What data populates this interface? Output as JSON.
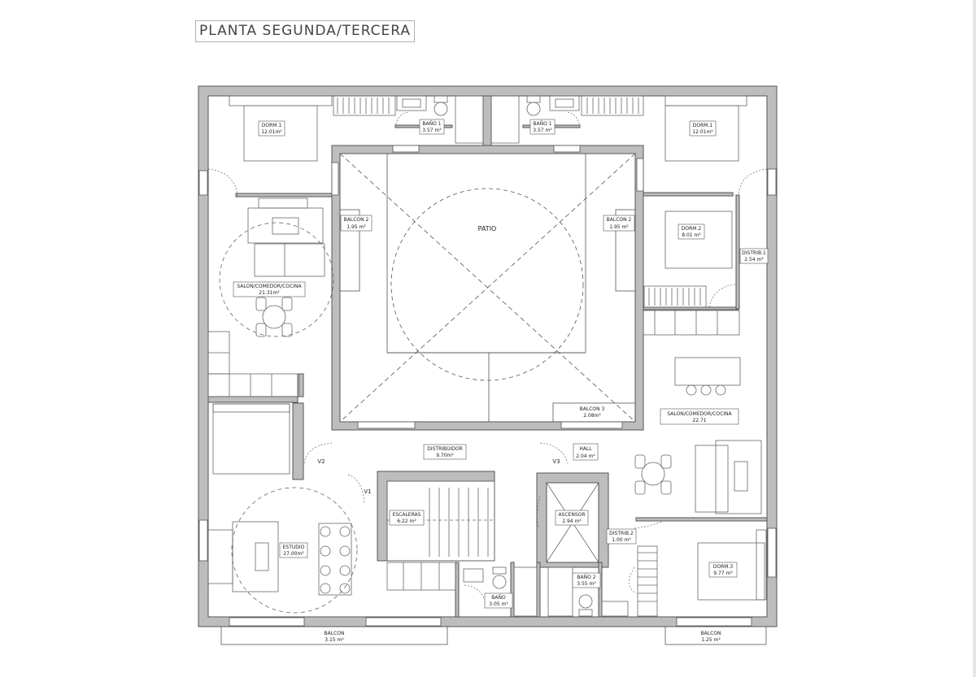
{
  "title": "PLANTA SEGUNDA/TERCERA",
  "labels": {
    "dorm1_left": {
      "name": "DORM.1",
      "area": "12.01m²"
    },
    "bano1_left": {
      "name": "BAÑO 1",
      "area": "3.57 m²"
    },
    "bano1_right": {
      "name": "BAÑO 1",
      "area": "3.57 m²"
    },
    "dorm1_right": {
      "name": "DORM.1",
      "area": "12.01m²"
    },
    "balcon2_left": {
      "name": "BALCON 2",
      "area": "1.95 m²"
    },
    "patio": {
      "name": "PATIO"
    },
    "balcon2_right": {
      "name": "BALCON 2",
      "area": "1.95 m²"
    },
    "dorm2": {
      "name": "DORM.2",
      "area": "8.01 m²"
    },
    "distrib1": {
      "name": "DISTRIB.1",
      "area": "2.54 m²"
    },
    "salon_left": {
      "name": "SALON/COMEDOR/COCINA",
      "area": "21.31m²"
    },
    "balcon3": {
      "name": "BALCON 3",
      "area": "2.08m²"
    },
    "salon_right": {
      "name": "SALON/COMEDOR/COCINA",
      "area": "22.71"
    },
    "distribuidor": {
      "name": "DISTRIBUIDOR",
      "area": "9.70m²"
    },
    "hall": {
      "name": "HALL",
      "area": "2.04 m²"
    },
    "v2": {
      "name": "V2"
    },
    "v3": {
      "name": "V3"
    },
    "v1": {
      "name": "V1"
    },
    "escaleras": {
      "name": "ESCALERAS",
      "area": "6.22 m²"
    },
    "ascensor": {
      "name": "ASCENSOR",
      "area": "2.94 m²"
    },
    "distrib2": {
      "name": "DISTRIB.2",
      "area": "1.00 m²"
    },
    "estudio": {
      "name": "ESTUDIO",
      "area": "27.00m²"
    },
    "bano2": {
      "name": "BAÑO 2",
      "area": "3.55 m²"
    },
    "dorm3": {
      "name": "DORM.3",
      "area": "9.77 m²"
    },
    "bano": {
      "name": "BAÑO",
      "area": "3.05 m²"
    },
    "balcon_bottom_left": {
      "name": "BALCON",
      "area": "3.15 m²"
    },
    "balcon_bottom_right": {
      "name": "BALCON",
      "area": "1.25 m²"
    }
  }
}
